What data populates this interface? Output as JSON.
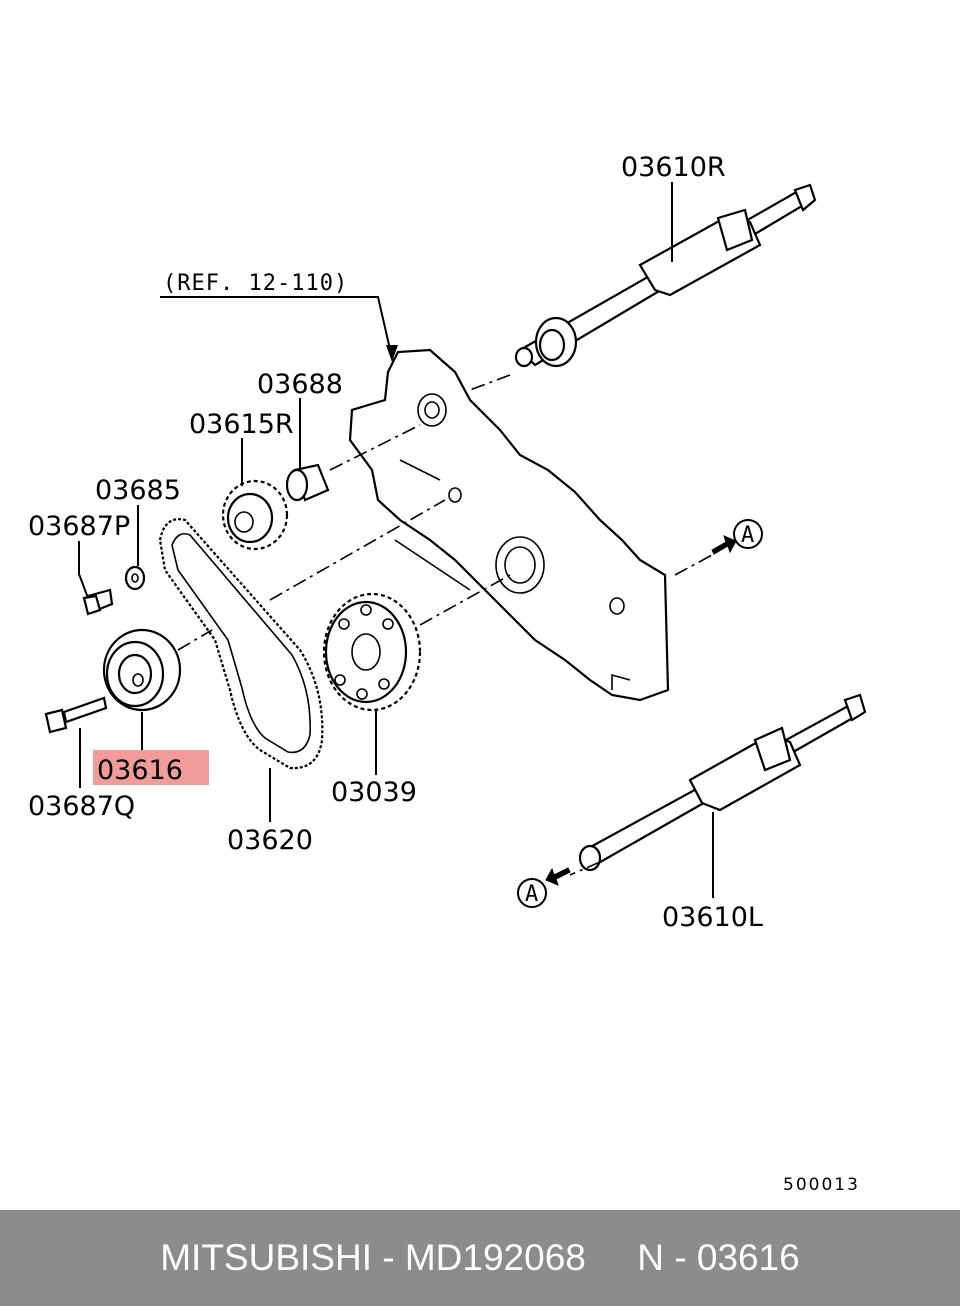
{
  "diagram": {
    "ref_label": "(REF. 12-110)",
    "part_labels": {
      "p03610R": "03610R",
      "p03688": "03688",
      "p03615R": "03615R",
      "p03685": "03685",
      "p03687P": "03687P",
      "p03616": "03616",
      "p03687Q": "03687Q",
      "p03620": "03620",
      "p03039": "03039",
      "p03610L": "03610L"
    },
    "arrow_marker": "A",
    "figure_number": "500013",
    "highlight_color": "#f08a8a"
  },
  "footer": {
    "text": "MITSUBISHI - MD192068     N - 03616",
    "background": "#8c8c8c"
  }
}
